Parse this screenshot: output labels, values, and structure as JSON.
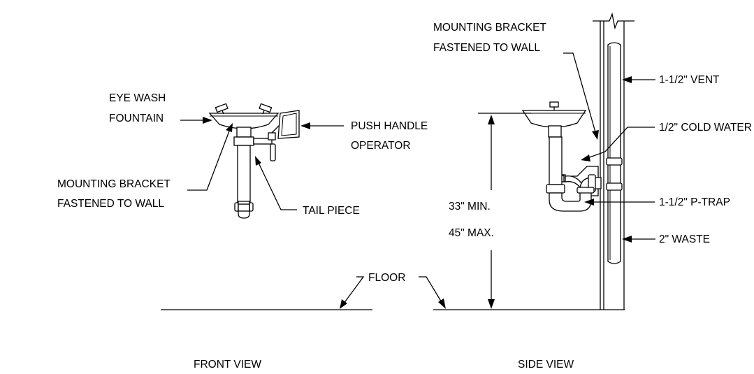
{
  "labels": {
    "eye_wash_line1": "EYE WASH",
    "eye_wash_line2": "FOUNTAIN",
    "push_handle_line1": "PUSH HANDLE",
    "push_handle_line2": "OPERATOR",
    "front_bracket_line1": "MOUNTING BRACKET",
    "front_bracket_line2": "FASTENED TO WALL",
    "tail_piece": "TAIL PIECE",
    "side_bracket_line1": "MOUNTING BRACKET",
    "side_bracket_line2": "FASTENED TO WALL",
    "vent": "1-1/2\" VENT",
    "cold_water": "1/2\" COLD WATER",
    "p_trap": "1-1/2\" P-TRAP",
    "waste": "2\" WASTE",
    "min_height": "33\" MIN.",
    "max_height": "45\" MAX.",
    "floor": "FLOOR",
    "front_view": "FRONT VIEW",
    "side_view": "SIDE VIEW"
  }
}
